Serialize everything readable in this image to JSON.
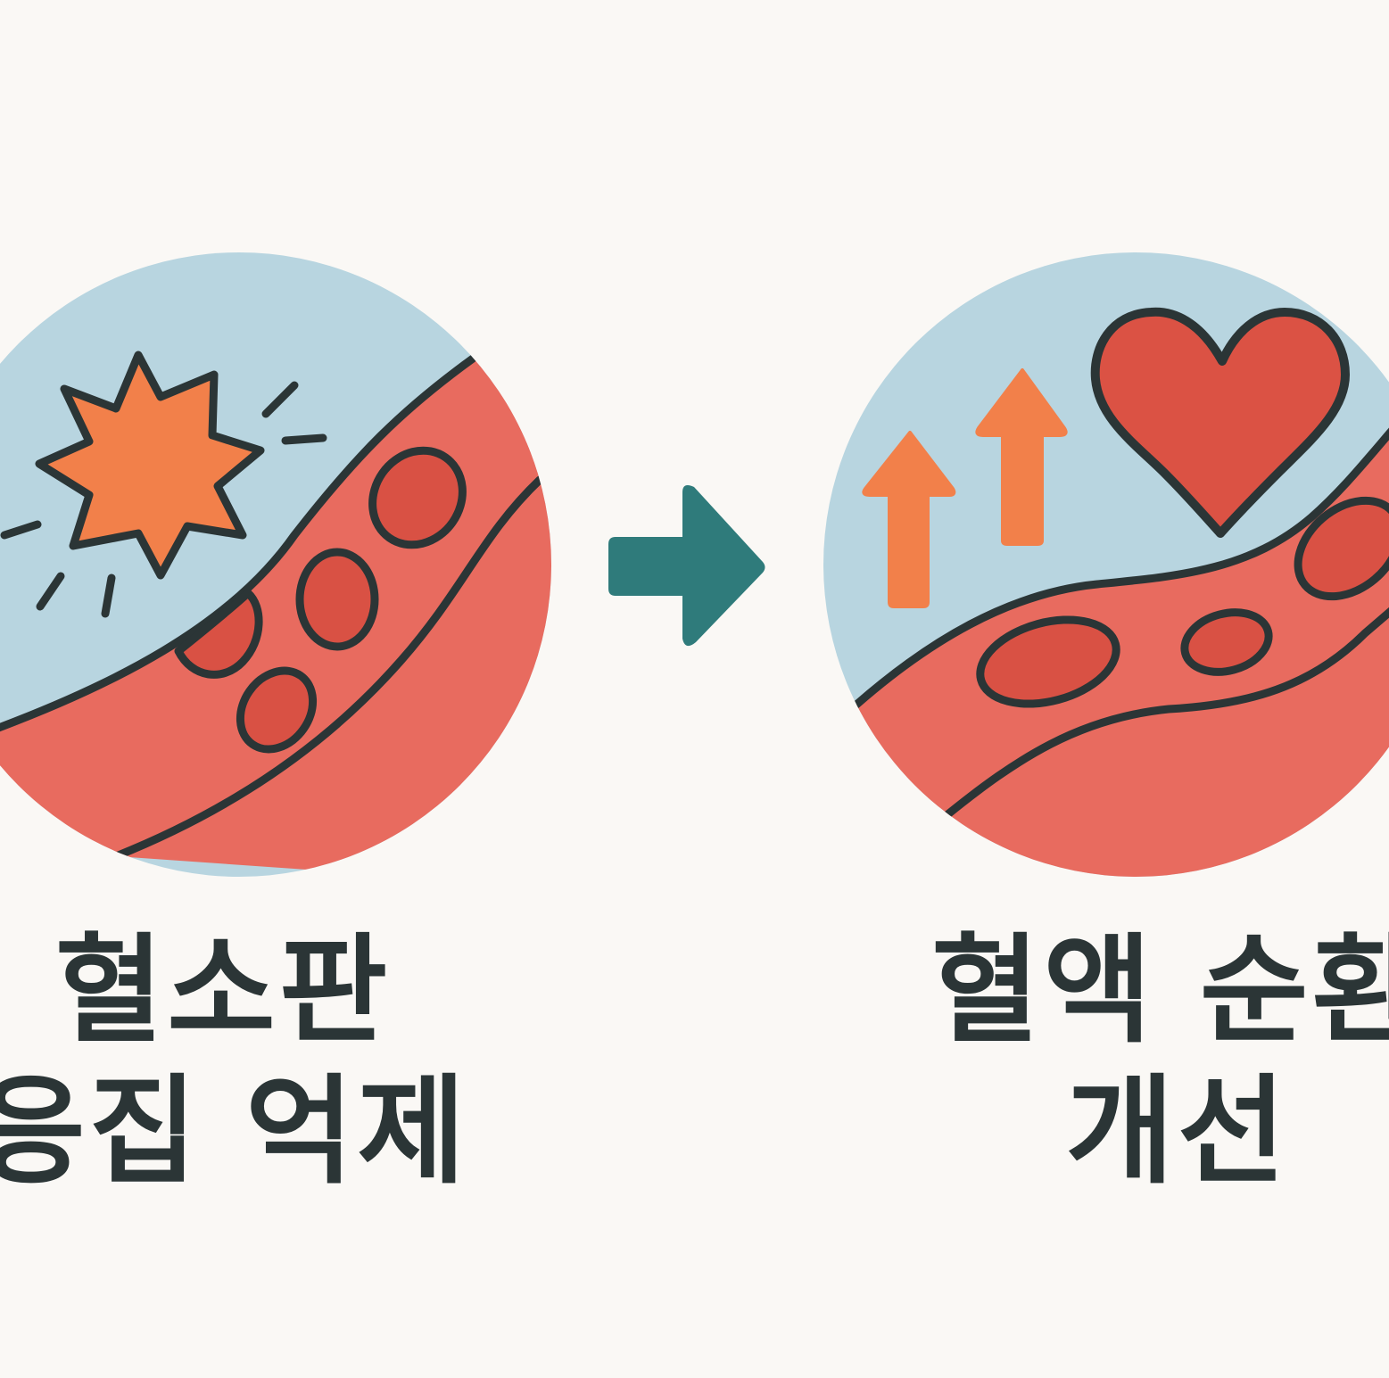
{
  "left_panel": {
    "caption_line1": "혈소판",
    "caption_line2": "응집 억제",
    "icons": [
      "burst-icon",
      "blood-vessel-icon",
      "red-blood-cell-icon"
    ]
  },
  "right_panel": {
    "caption_line1": "혈액 순환",
    "caption_line2": "개선",
    "icons": [
      "heart-icon",
      "up-arrow-icon",
      "blood-vessel-icon",
      "red-blood-cell-icon"
    ]
  },
  "connector": {
    "icon": "right-arrow-icon"
  },
  "colors": {
    "background": "#faf8f5",
    "circle": "#b8d5e0",
    "vessel": "#e86b5f",
    "cell": "#d95144",
    "outline": "#2b3536",
    "burst": "#f2804a",
    "up_arrow": "#f2804a",
    "heart": "#db5244",
    "connector_arrow": "#2f7b7b"
  }
}
